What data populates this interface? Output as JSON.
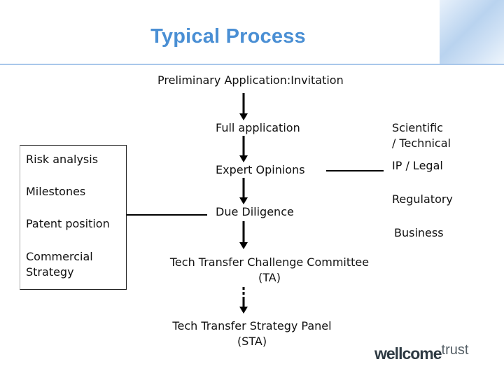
{
  "title": "Typical Process",
  "nodes": {
    "preliminary": "Preliminary Application:Invitation",
    "full_application": "Full application",
    "expert_opinions": "Expert Opinions",
    "due_diligence": "Due Diligence",
    "challenge_committee_line1": "Tech Transfer Challenge Committee",
    "challenge_committee_line2": "(TA)",
    "strategy_panel_line1": "Tech Transfer Strategy Panel",
    "strategy_panel_line2": "(STA)"
  },
  "left_box": {
    "items": [
      "Risk analysis",
      "Milestones",
      "Patent position",
      "Commercial",
      "Strategy"
    ]
  },
  "right_list": {
    "scientific_line1": "Scientific",
    "scientific_line2": "/ Technical",
    "ip_legal": "IP / Legal",
    "regulatory": "Regulatory",
    "business": "Business"
  },
  "logo": {
    "main": "wellcome",
    "suffix": "trust"
  },
  "colors": {
    "title": "#4a8fd4",
    "rule": "#a9c7ea",
    "lines": "#000000"
  }
}
